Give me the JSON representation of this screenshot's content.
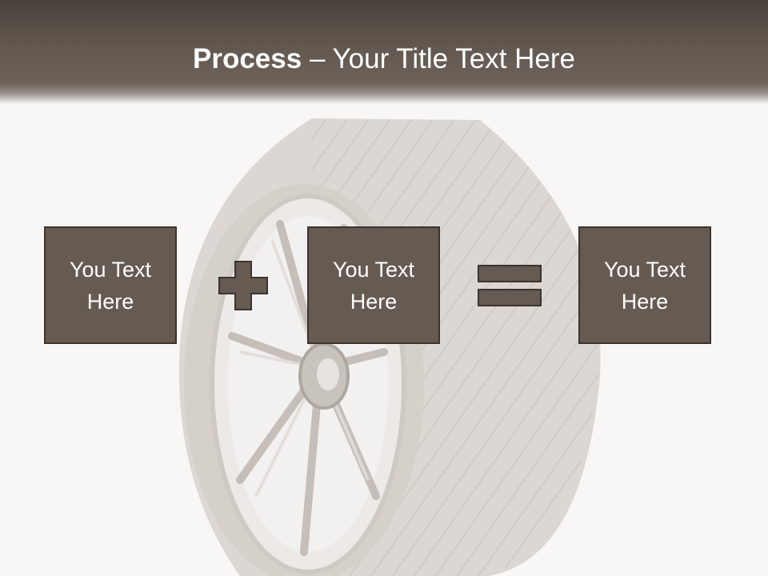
{
  "slide": {
    "title_bold": "Process",
    "title_rest": " – Your Title Text Here",
    "boxes": [
      {
        "text": "You Text Here"
      },
      {
        "text": "You Text Here"
      },
      {
        "text": "You Text Here"
      }
    ],
    "operators": [
      "plus-icon",
      "equals-icon"
    ],
    "colors": {
      "header": "#5c534b",
      "box_fill": "#655b52",
      "box_border": "#3b332d",
      "background": "#f8f7f6",
      "text": "#ffffff"
    }
  }
}
